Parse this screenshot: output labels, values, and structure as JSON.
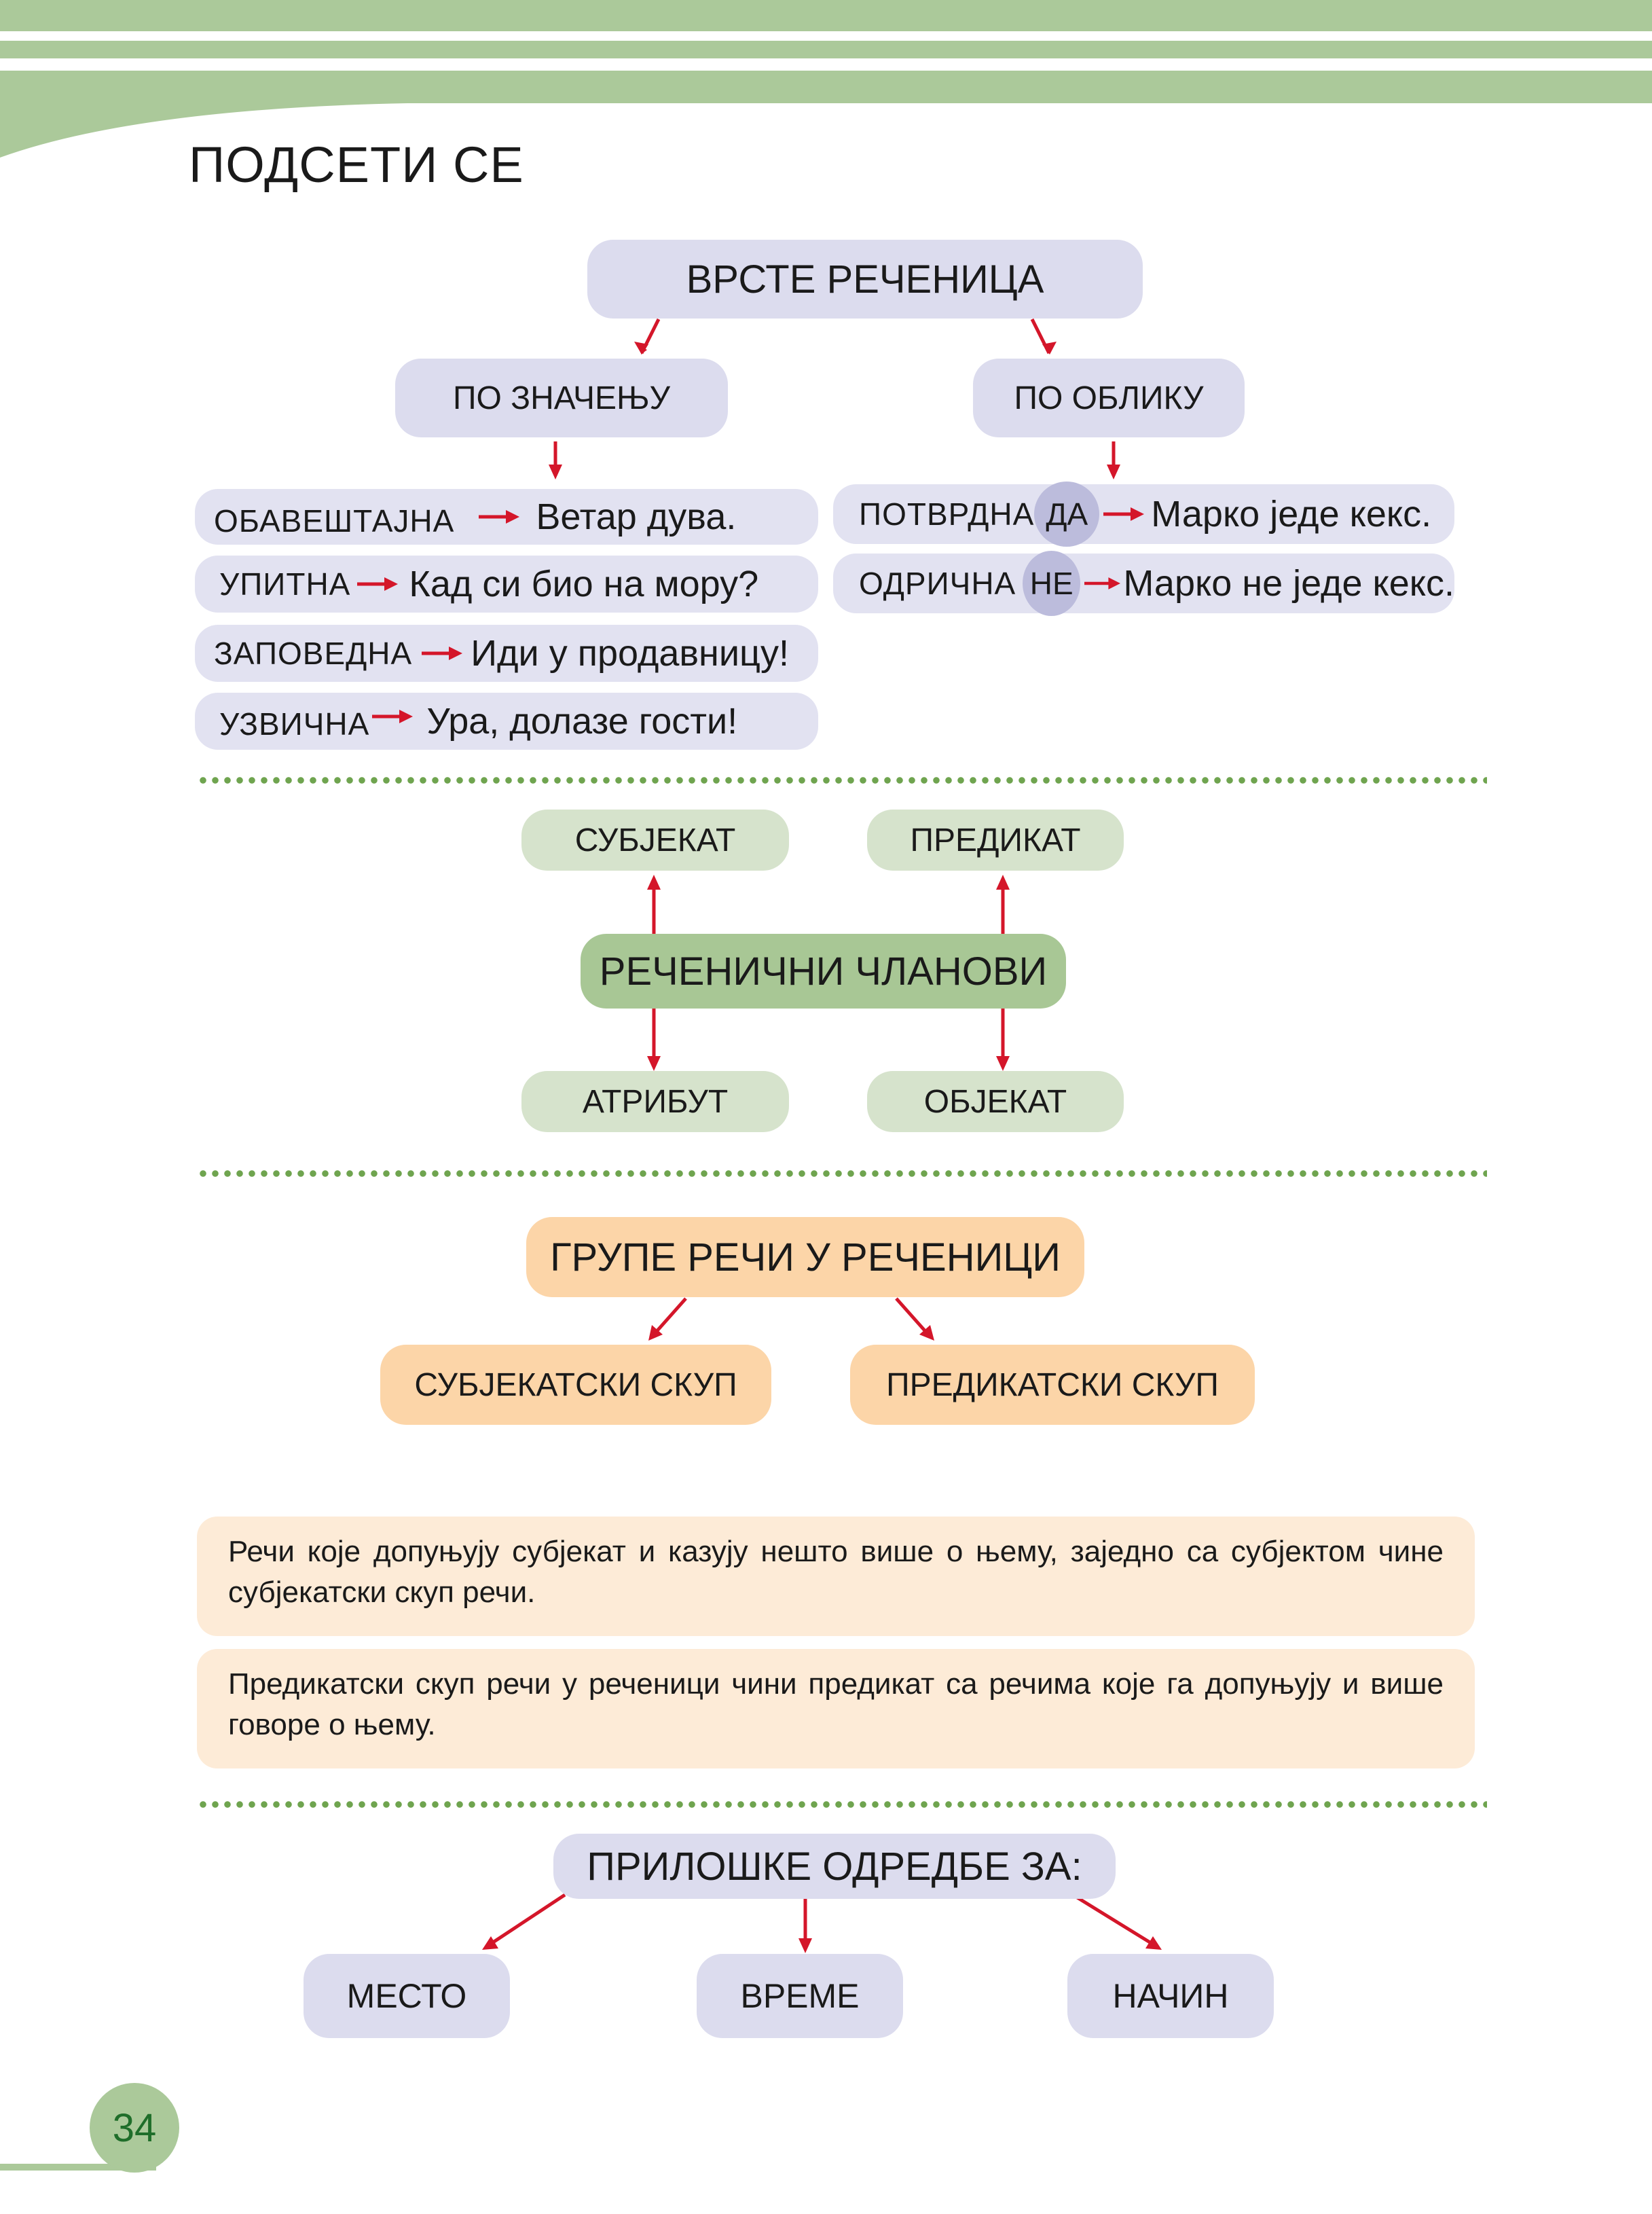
{
  "page_title": "ПОДСЕТИ СЕ",
  "page_number": "34",
  "section1": {
    "root": "ВРСТЕ РЕЧЕНИЦА",
    "left_branch": "ПО ЗНАЧЕЊУ",
    "right_branch": "ПО ОБЛИКУ",
    "by_meaning": [
      {
        "label": "ОБАВЕШТАЈНА",
        "example": "Ветар дува."
      },
      {
        "label": "УПИТНА",
        "example": "Кад си био на мору?"
      },
      {
        "label": "ЗАПОВЕДНА",
        "example": "Иди у продавницу!"
      },
      {
        "label": "УЗВИЧНА",
        "example": "Ура, долазе гости!"
      }
    ],
    "by_form": [
      {
        "label": "ПОТВРДНА",
        "marker": "ДА",
        "example": "Марко једе кекс."
      },
      {
        "label": "ОДРИЧНА",
        "marker": "НЕ",
        "example": "Марко не једе кекс."
      }
    ]
  },
  "section2": {
    "center": "РЕЧЕНИЧНИ ЧЛАНОВИ",
    "top_left": "СУБЈЕКАТ",
    "top_right": "ПРЕДИКАТ",
    "bottom_left": "АТРИБУТ",
    "bottom_right": "ОБЈЕКАТ"
  },
  "section3": {
    "root": "ГРУПЕ РЕЧИ У РЕЧЕНИЦИ",
    "left": "СУБЈЕКАТСКИ СКУП",
    "right": "ПРЕДИКАТСКИ СКУП",
    "note1": "Речи које допуњују субјекат и казују нешто више о њему, заједно са субјектом чине субјекатски скуп речи.",
    "note2": "Предикатски скуп речи у реченици чини предикат са речима које га допуњују и више говоре о њему."
  },
  "section4": {
    "root": "ПРИЛОШКЕ ОДРЕДБЕ ЗА:",
    "items": [
      "МЕСТО",
      "ВРЕМЕ",
      "НАЧИН"
    ]
  },
  "colors": {
    "header_green": "#abc99a",
    "arrow_red": "#d4162a",
    "dots_green": "#6fa44f",
    "lavender": "#dcdcee",
    "light_green": "#d6e3cc",
    "dark_green": "#a8c795",
    "orange": "#fcd5a8",
    "light_orange": "#fdebd7"
  }
}
